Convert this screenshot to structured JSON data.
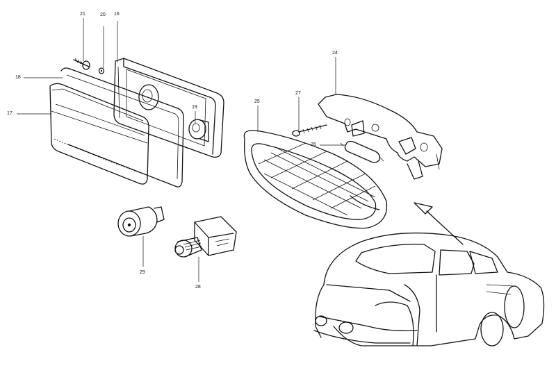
{
  "figure": {
    "type": "exploded parts diagram",
    "parts": [
      "rear-lamp-housing",
      "lamp-lens",
      "lamp-gasket",
      "bulb-holder",
      "roof-lamp-lens",
      "roof-lamp-bracket",
      "festoon-bulb",
      "switch-contact",
      "door-switch",
      "car-illustration"
    ]
  },
  "callouts": [
    {
      "id": "c21",
      "text": "21"
    },
    {
      "id": "c20",
      "text": "20"
    },
    {
      "id": "c16",
      "text": "16"
    },
    {
      "id": "c18",
      "text": "18"
    },
    {
      "id": "c17",
      "text": "17"
    },
    {
      "id": "c19",
      "text": "19"
    },
    {
      "id": "c24",
      "text": "24"
    },
    {
      "id": "c27",
      "text": "27"
    },
    {
      "id": "c25",
      "text": "25"
    },
    {
      "id": "c26",
      "text": "26"
    },
    {
      "id": "c29",
      "text": "29"
    },
    {
      "id": "c28",
      "text": "28"
    }
  ]
}
